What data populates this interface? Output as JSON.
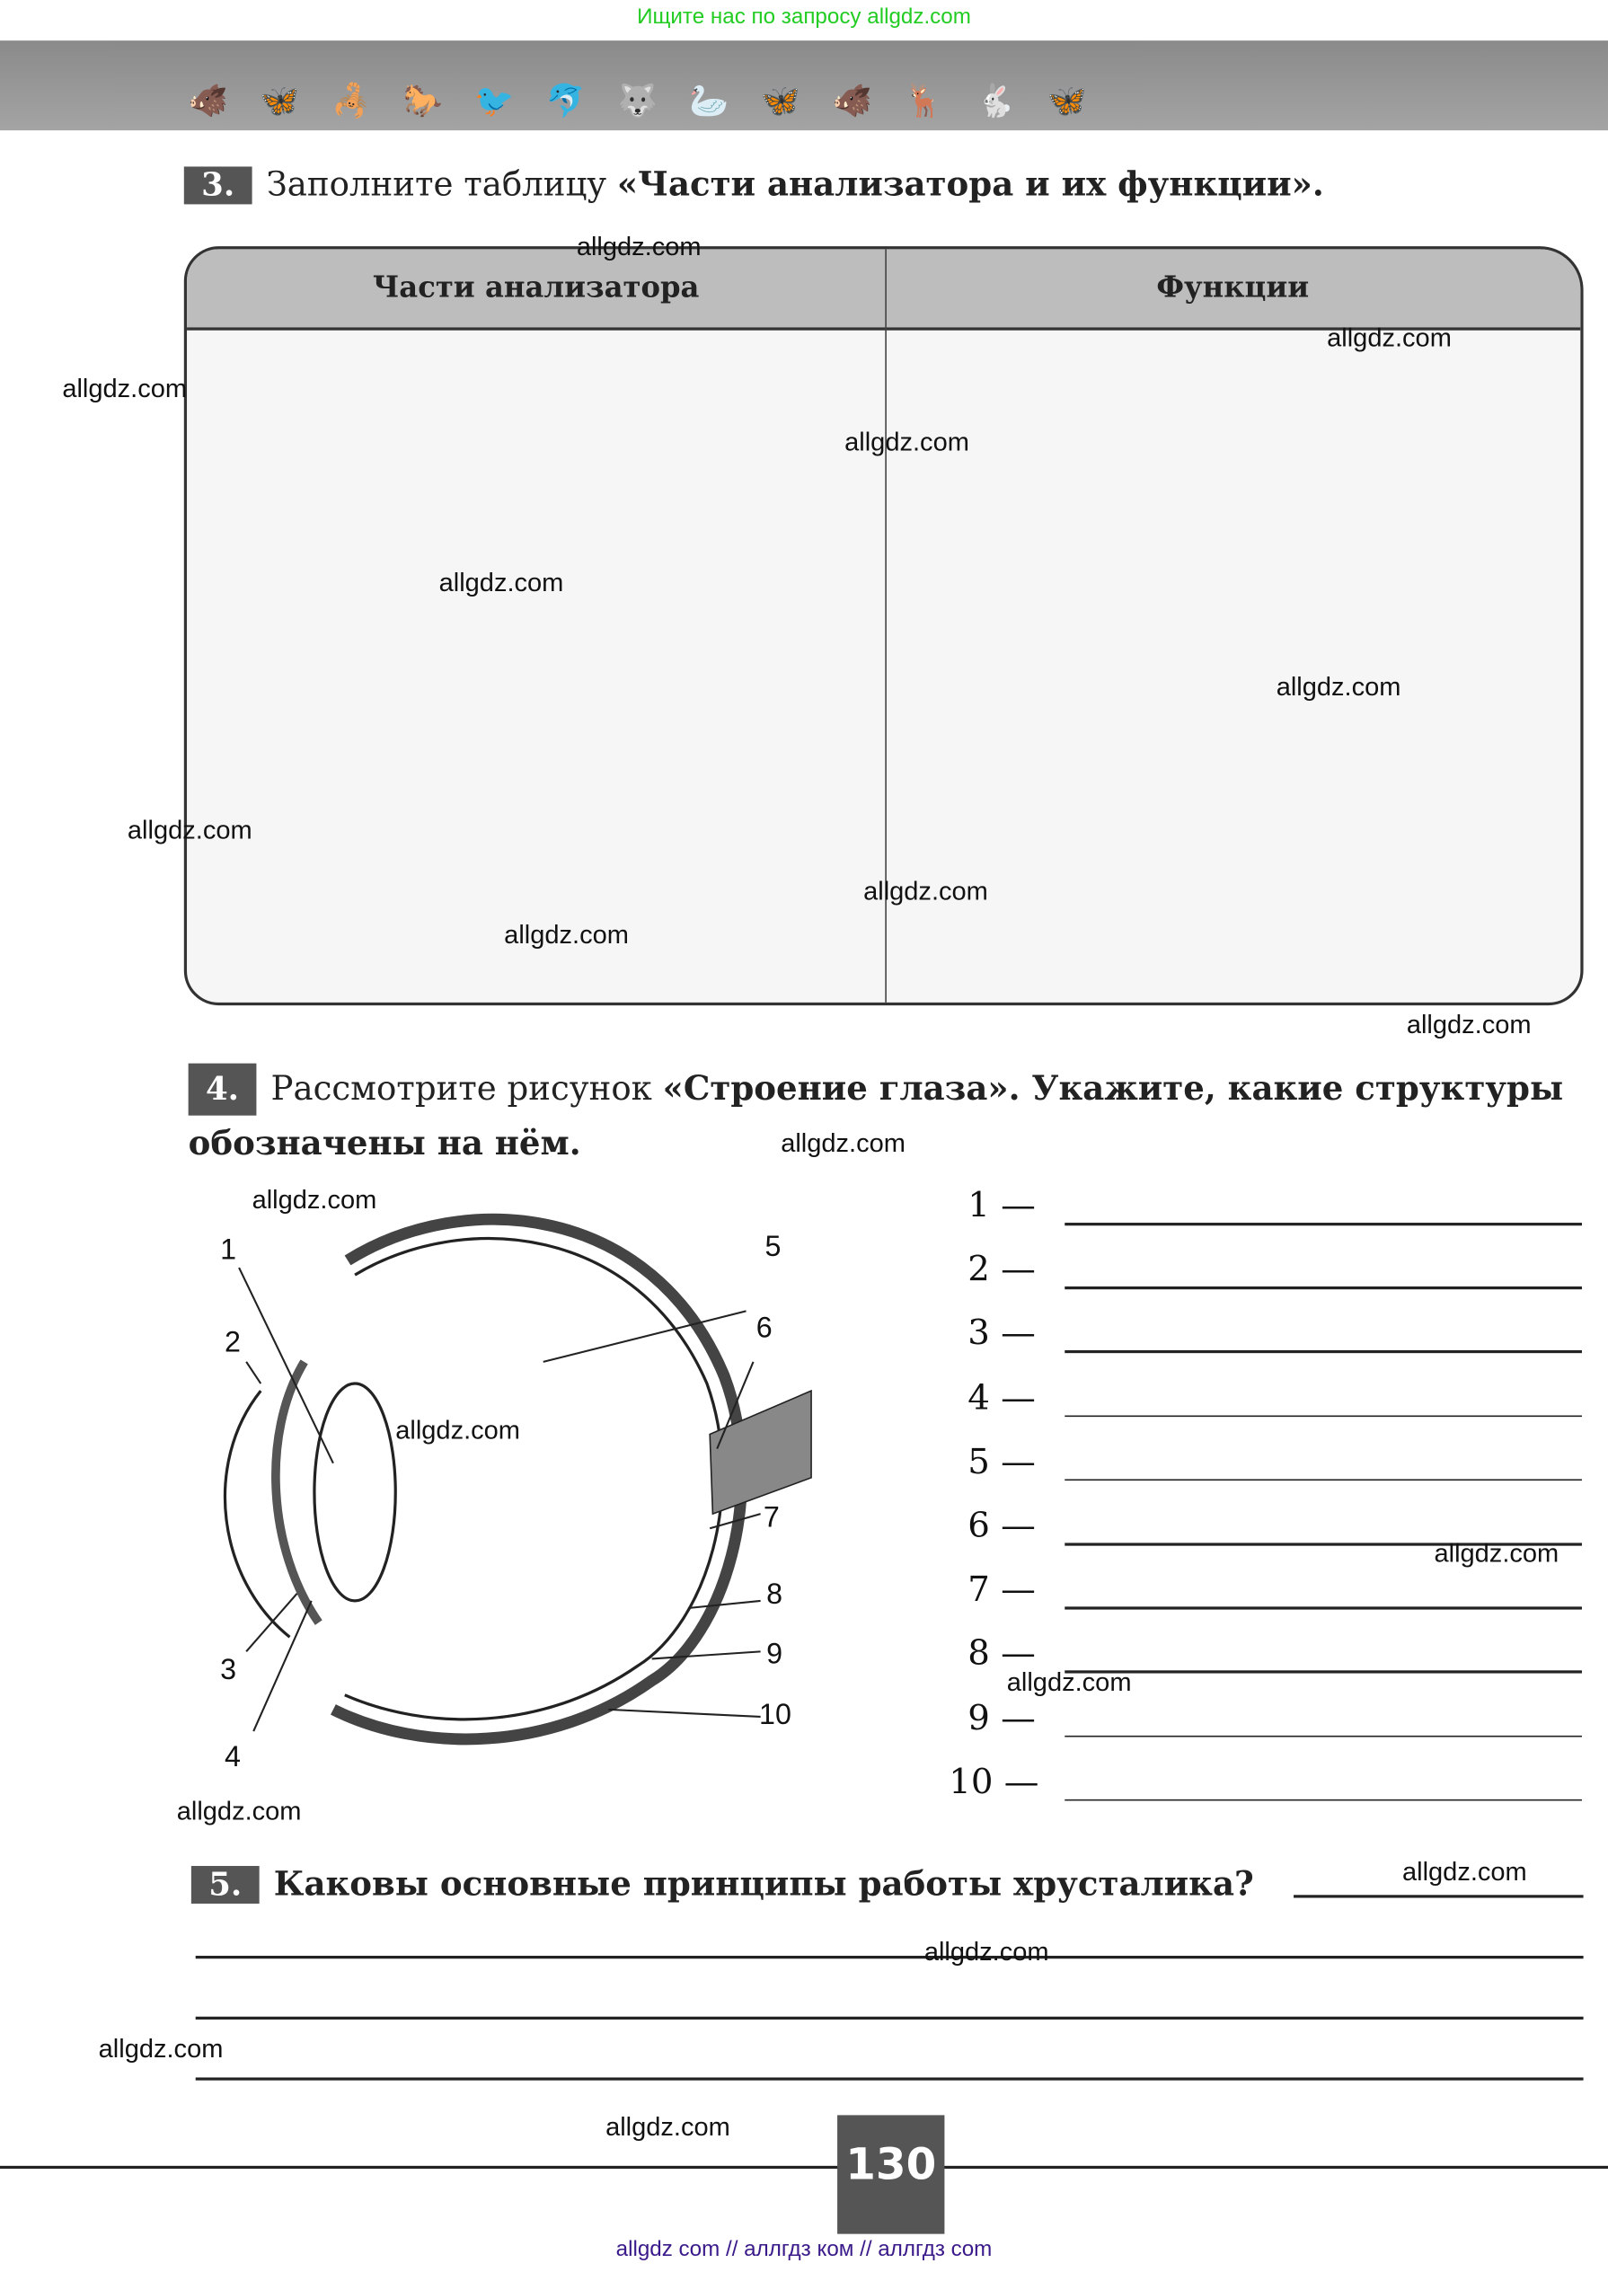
{
  "header_note": "Ищите нас по запросу allgdz.com",
  "footer_note": "allgdz com  //  аллгдз ком  //  аллгдз com",
  "page_number": "130",
  "watermark": "allgdz.com",
  "task3": {
    "number": "3.",
    "text_plain": "Заполните таблицу ",
    "text_bold": "«Части анализатора и их функции».",
    "columns": [
      "Части анализатора",
      "Функции"
    ]
  },
  "task4": {
    "number": "4.",
    "text_plain": "Рассмотрите рисунок ",
    "text_bold": "«Строение глаза»",
    "text_rest": ". Укажите, какие структуры обозначены на нём.",
    "labels": [
      "1",
      "2",
      "3",
      "4",
      "5",
      "6",
      "7",
      "8",
      "9",
      "10"
    ],
    "answers": [
      "1 —",
      "2 —",
      "3 —",
      "4 —",
      "5 —",
      "6 —",
      "7 —",
      "8 —",
      "9 —",
      "10 —"
    ]
  },
  "task5": {
    "number": "5.",
    "text": "Каковы основные принципы работы хрусталика?"
  }
}
